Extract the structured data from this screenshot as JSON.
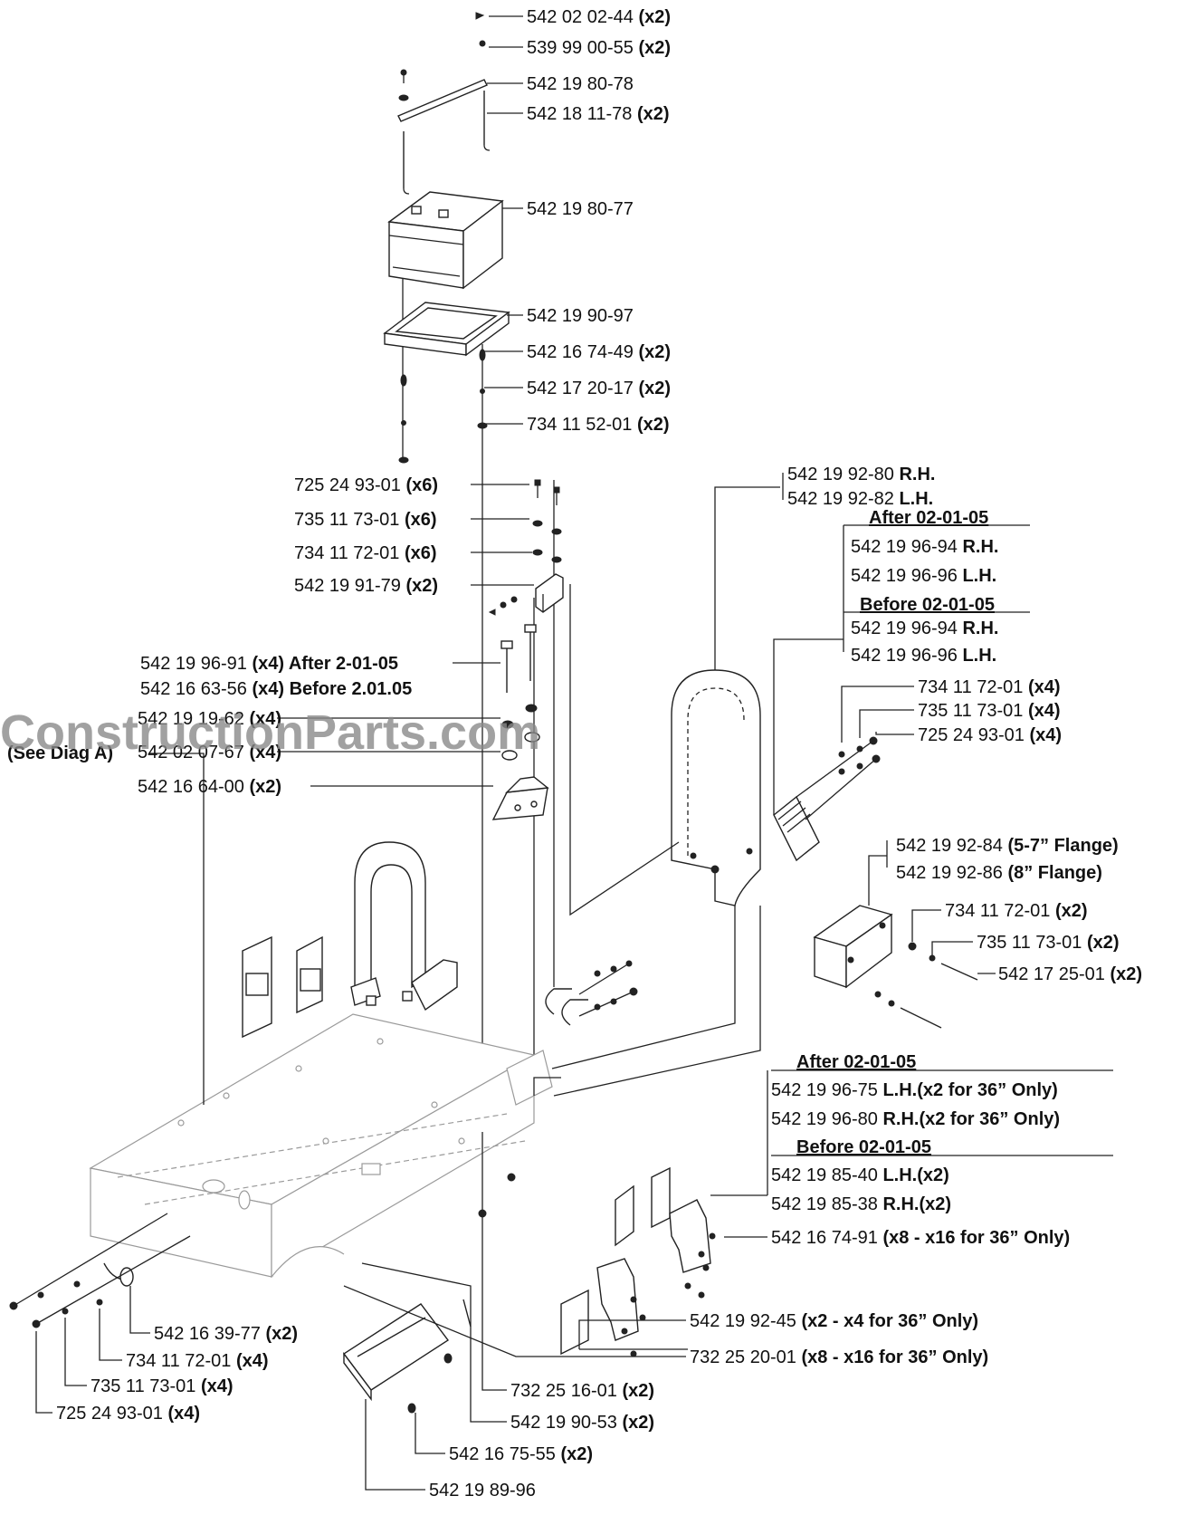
{
  "watermark": "ConstructionParts.com",
  "callouts": [
    {
      "id": "c1",
      "code": "542 02 02-44",
      "qty": "(x2)"
    },
    {
      "id": "c2",
      "code": "539 99 00-55",
      "qty": "(x2)"
    },
    {
      "id": "c3",
      "code": "542 19 80-78",
      "qty": ""
    },
    {
      "id": "c4",
      "code": "542 18 11-78",
      "qty": "(x2)"
    },
    {
      "id": "c5",
      "code": "542 19 80-77",
      "qty": ""
    },
    {
      "id": "c6",
      "code": "542 19 90-97",
      "qty": ""
    },
    {
      "id": "c7",
      "code": "542 16 74-49",
      "qty": "(x2)"
    },
    {
      "id": "c8",
      "code": "542 17 20-17",
      "qty": "(x2)"
    },
    {
      "id": "c9",
      "code": "734 11 52-01",
      "qty": "(x2)"
    },
    {
      "id": "c10",
      "code": "725 24 93-01",
      "qty": "(x6)"
    },
    {
      "id": "c11",
      "code": "735 11 73-01",
      "qty": "(x6)"
    },
    {
      "id": "c12",
      "code": "734 11 72-01",
      "qty": "(x6)"
    },
    {
      "id": "c13",
      "code": "542 19 91-79",
      "qty": "(x2)"
    },
    {
      "id": "c14",
      "code": "542 19 96-91",
      "qty": "(x4) After 2-01-05"
    },
    {
      "id": "c15",
      "code": "542 16 63-56",
      "qty": "(x4) Before 2.01.05"
    },
    {
      "id": "c16",
      "code": "542 19 19-62",
      "qty": "(x4)"
    },
    {
      "id": "c17",
      "code": "542 02 07-67",
      "qty": "(x4)"
    },
    {
      "id": "c18",
      "code": "542 16 64-00",
      "qty": "(x2)"
    },
    {
      "id": "c19",
      "code": "542 19 92-80",
      "qty": "R.H."
    },
    {
      "id": "c20",
      "code": "542 19 92-82",
      "qty": "L.H."
    },
    {
      "id": "c21",
      "code": "542 19 96-94",
      "qty": "R.H."
    },
    {
      "id": "c22",
      "code": "542 19 96-96",
      "qty": "L.H."
    },
    {
      "id": "c23",
      "code": "542 19 96-94",
      "qty": "R.H."
    },
    {
      "id": "c24",
      "code": "542 19 96-96",
      "qty": "L.H."
    },
    {
      "id": "c25",
      "code": "734 11 72-01",
      "qty": "(x4)"
    },
    {
      "id": "c26",
      "code": "735 11 73-01",
      "qty": "(x4)"
    },
    {
      "id": "c27",
      "code": "725 24 93-01",
      "qty": "(x4)"
    },
    {
      "id": "c28",
      "code": "542 19 92-84",
      "qty": "(5-7” Flange)"
    },
    {
      "id": "c29",
      "code": "542 19 92-86",
      "qty": "(8” Flange)"
    },
    {
      "id": "c30",
      "code": "734 11 72-01",
      "qty": "(x2)"
    },
    {
      "id": "c31",
      "code": "735 11 73-01",
      "qty": "(x2)"
    },
    {
      "id": "c32",
      "code": "542 17 25-01",
      "qty": "(x2)"
    },
    {
      "id": "c33",
      "code": "542 19 96-75",
      "qty": "L.H.(x2 for 36” Only)"
    },
    {
      "id": "c34",
      "code": "542 19 96-80",
      "qty": "R.H.(x2 for 36” Only)"
    },
    {
      "id": "c35",
      "code": "542 19 85-40",
      "qty": "L.H.(x2)"
    },
    {
      "id": "c36",
      "code": "542 19 85-38",
      "qty": "R.H.(x2)"
    },
    {
      "id": "c37",
      "code": "542 16 74-91",
      "qty": "(x8 - x16 for 36” Only)"
    },
    {
      "id": "c38",
      "code": "542 19 92-45",
      "qty": "(x2 - x4 for 36” Only)"
    },
    {
      "id": "c39",
      "code": "732 25 20-01",
      "qty": "(x8 - x16 for 36” Only)"
    },
    {
      "id": "c40",
      "code": "732 25 16-01",
      "qty": "(x2)"
    },
    {
      "id": "c41",
      "code": "542 19 90-53",
      "qty": "(x2)"
    },
    {
      "id": "c42",
      "code": "542 16 75-55",
      "qty": "(x2)"
    },
    {
      "id": "c43",
      "code": "542 19 89-96",
      "qty": ""
    },
    {
      "id": "c44",
      "code": "542 16 39-77",
      "qty": "(x2)"
    },
    {
      "id": "c45",
      "code": "734 11 72-01",
      "qty": "(x4)"
    },
    {
      "id": "c46",
      "code": "735 11 73-01",
      "qty": "(x4)"
    },
    {
      "id": "c47",
      "code": "725 24 93-01",
      "qty": "(x4)"
    }
  ],
  "headers": {
    "h1": "After 02-01-05",
    "h2": "Before 02-01-05",
    "h3": "After 02-01-05",
    "h4": "Before 02-01-05"
  },
  "see_diag": "(See Diag A)"
}
